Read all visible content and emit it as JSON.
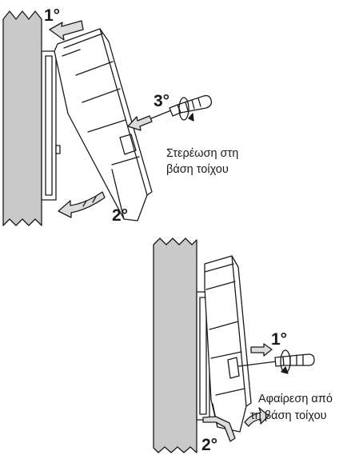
{
  "top_figure": {
    "step1": "1°",
    "step2": "2°",
    "step3": "3°",
    "caption_line1": "Στερέωση στη",
    "caption_line2": "βάση τοίχου"
  },
  "bottom_figure": {
    "step1": "1°",
    "step2": "2°",
    "caption_line1": "Αφαίρεση από",
    "caption_line2": "τη βάση τοίχου"
  },
  "colors": {
    "wall": "#c9c9c9",
    "arrow": "#dcdcdc",
    "line": "#1a1a1a"
  }
}
